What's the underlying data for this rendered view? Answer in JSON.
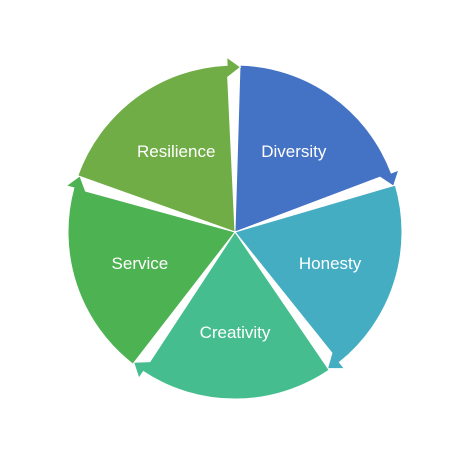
{
  "diagram": {
    "type": "cycle",
    "segments": [
      {
        "id": "diversity",
        "label": "Diversity",
        "color": "#4472c4"
      },
      {
        "id": "honesty",
        "label": "Honesty",
        "color": "#45adc2"
      },
      {
        "id": "creativity",
        "label": "Creativity",
        "color": "#45bd8f"
      },
      {
        "id": "service",
        "label": "Service",
        "color": "#4db251"
      },
      {
        "id": "resilience",
        "label": "Resilience",
        "color": "#70ad47"
      }
    ]
  }
}
